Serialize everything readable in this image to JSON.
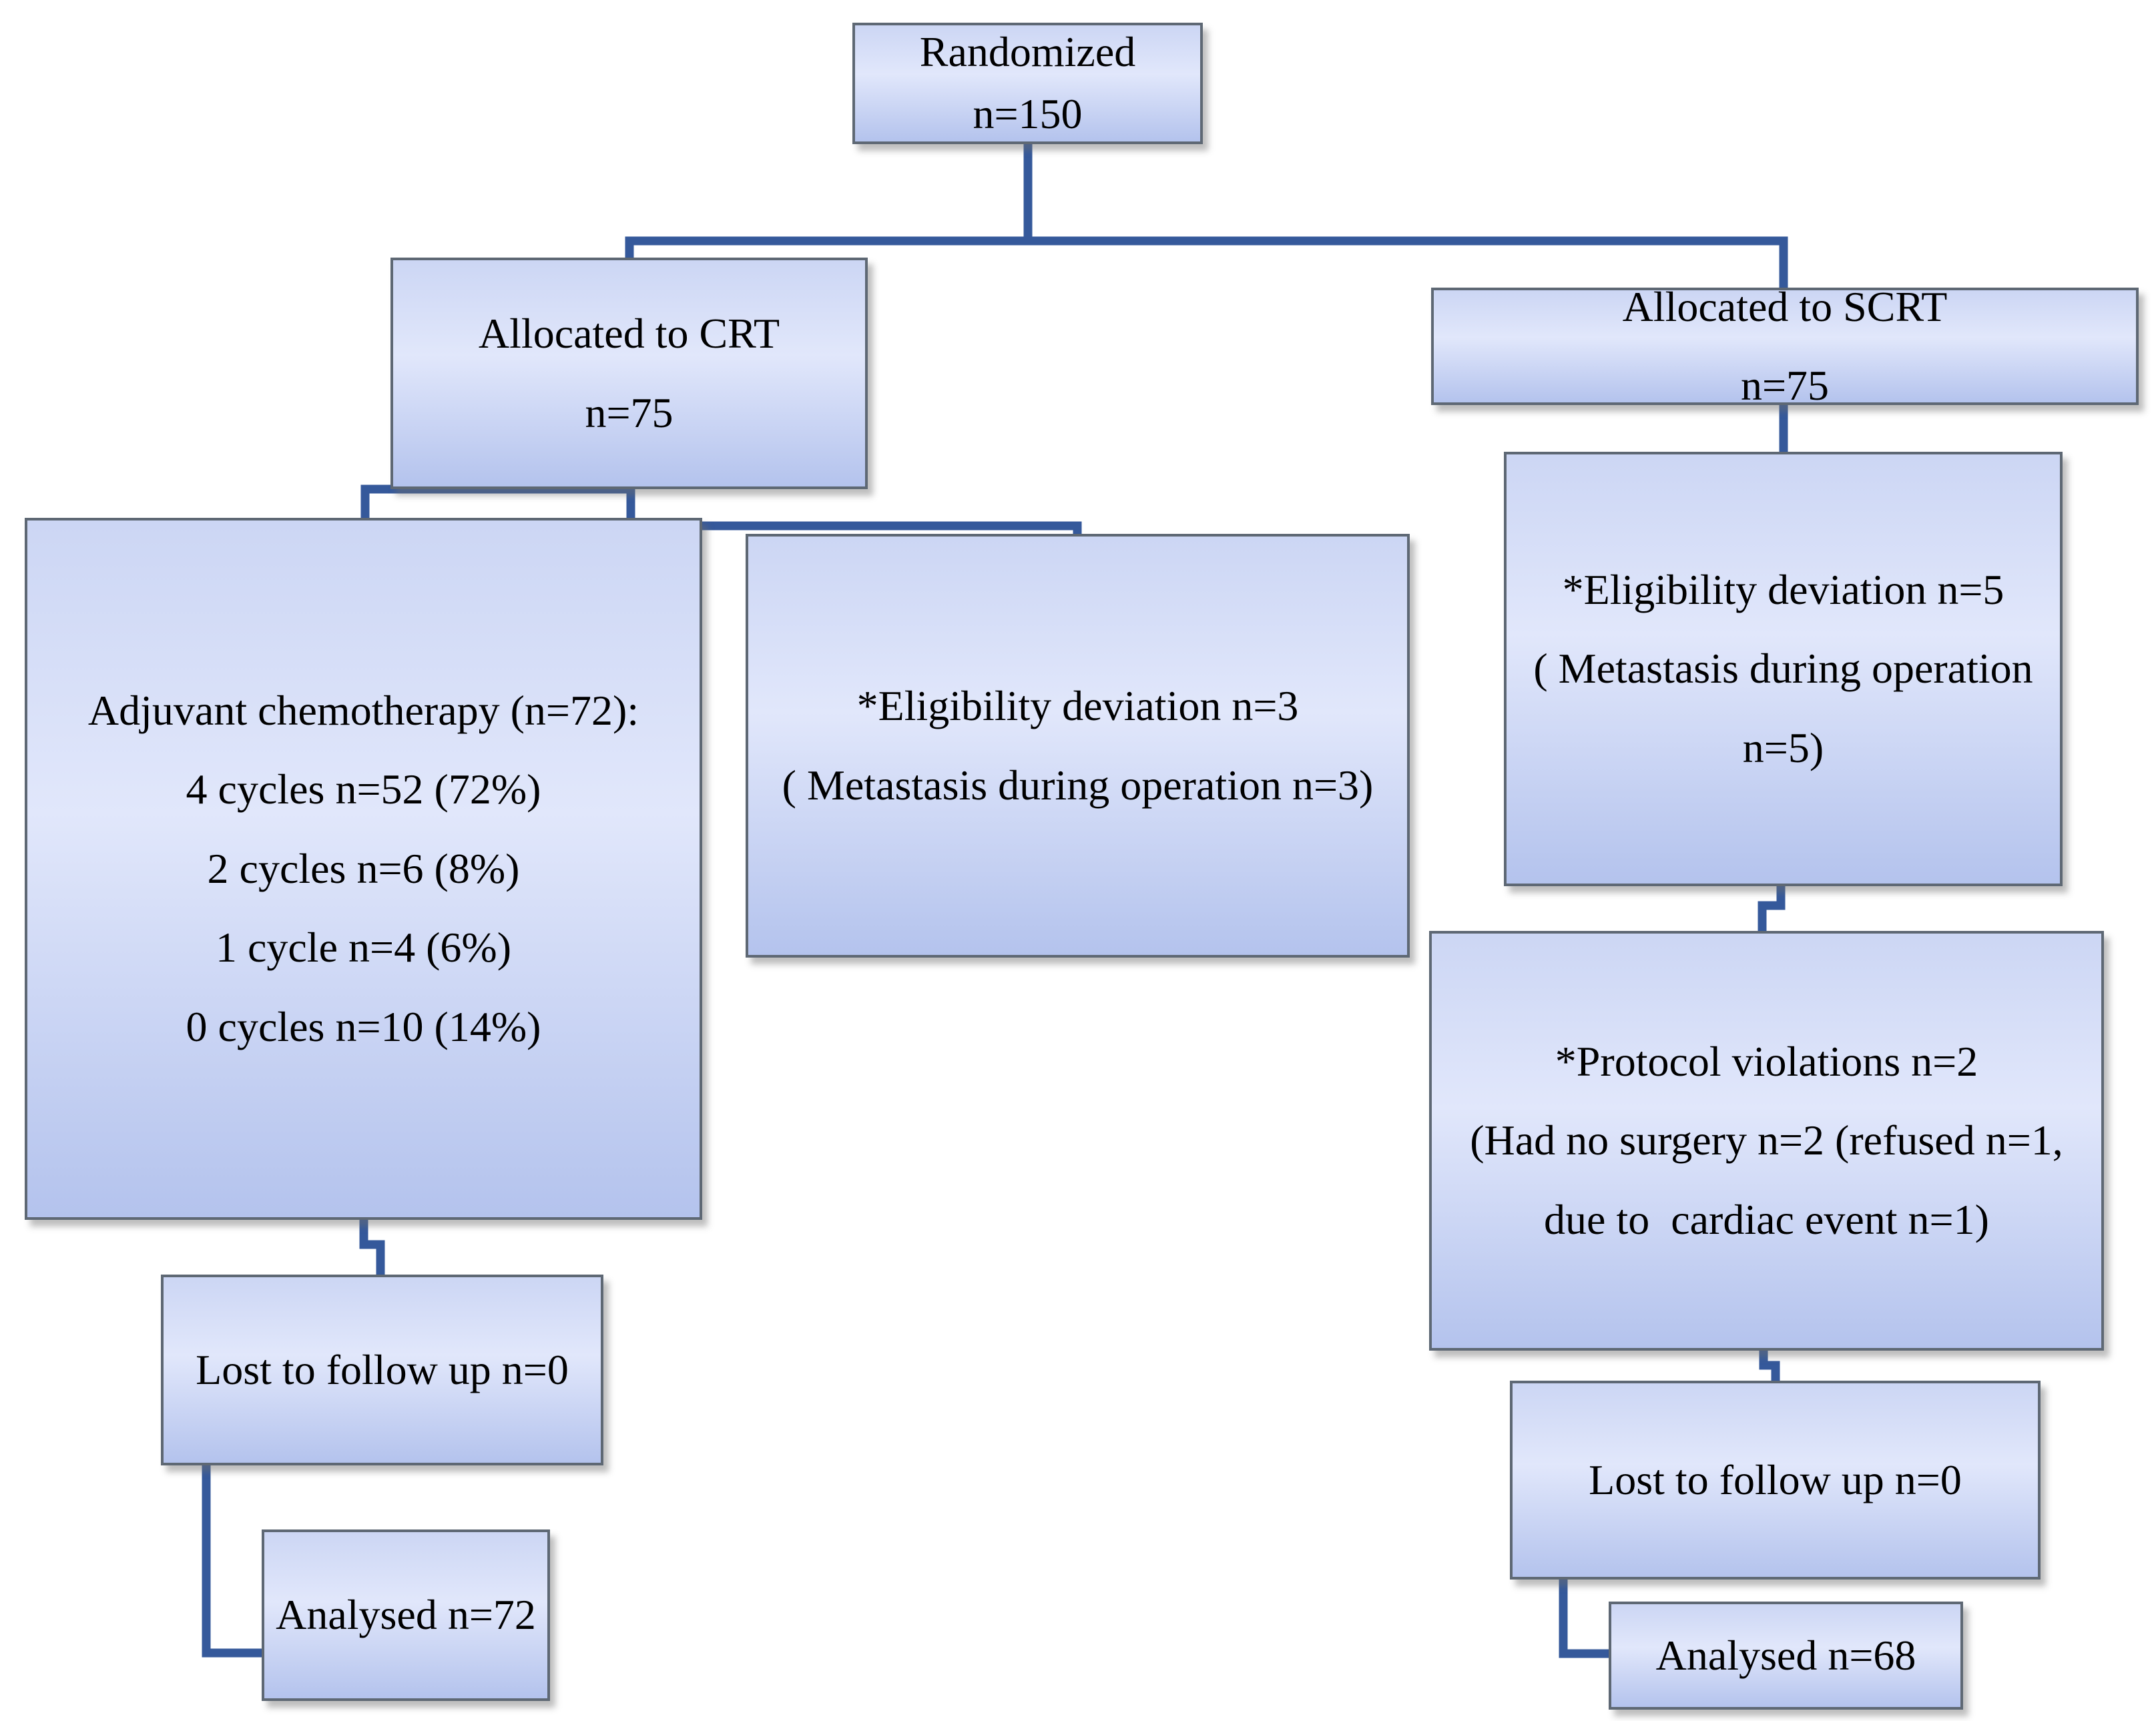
{
  "figure": {
    "type": "consort-flow-diagram",
    "colors": {
      "background": "#ffffff",
      "text": "#000000",
      "box_border": "#5e6874",
      "box_fill_top": "#ccd6f4",
      "box_fill_mid": "#e1e7fb",
      "box_fill_bottom": "#b4c3ed",
      "connector": "#35599b"
    },
    "boxes": [
      {
        "id": "randomized",
        "lines": [
          "Randomized",
          "n=150"
        ]
      },
      {
        "id": "allocated-crt",
        "lines": [
          "Allocated to CRT",
          "n=75"
        ]
      },
      {
        "id": "allocated-scrt",
        "lines": [
          "Allocated to SCRT",
          "n=75"
        ]
      },
      {
        "id": "adjuvant-chemotherapy",
        "lines": [
          "Adjuvant chemotherapy (n=72):",
          "4 cycles n=52 (72%)",
          "2 cycles n=6 (8%)",
          "1 cycle n=4 (6%)",
          "0 cycles n=10 (14%)"
        ]
      },
      {
        "id": "eligibility-deviation-crt",
        "lines": [
          "*Eligibility deviation n=3",
          "( Metastasis during operation n=3)"
        ]
      },
      {
        "id": "eligibility-deviation-scrt",
        "lines": [
          "*Eligibility deviation n=5",
          "( Metastasis during operation",
          "n=5)"
        ]
      },
      {
        "id": "protocol-violations-scrt",
        "lines": [
          "*Protocol violations n=2",
          "(Had no surgery n=2 (refused n=1,",
          "due to  cardiac event n=1)"
        ]
      },
      {
        "id": "lost-to-followup-crt",
        "lines": [
          "Lost to follow up n=0"
        ]
      },
      {
        "id": "analysed-crt",
        "lines": [
          "Analysed n=72"
        ]
      },
      {
        "id": "lost-to-followup-scrt",
        "lines": [
          "Lost to follow up n=0"
        ]
      },
      {
        "id": "analysed-scrt",
        "lines": [
          "Analysed n=68"
        ]
      }
    ],
    "edges": [
      {
        "from": "randomized",
        "to": "allocated-crt"
      },
      {
        "from": "randomized",
        "to": "allocated-scrt"
      },
      {
        "from": "allocated-crt",
        "to": "adjuvant-chemotherapy"
      },
      {
        "from": "allocated-crt",
        "to": "eligibility-deviation-crt"
      },
      {
        "from": "allocated-scrt",
        "to": "eligibility-deviation-scrt"
      },
      {
        "from": "eligibility-deviation-scrt",
        "to": "protocol-violations-scrt"
      },
      {
        "from": "adjuvant-chemotherapy",
        "to": "lost-to-followup-crt"
      },
      {
        "from": "protocol-violations-scrt",
        "to": "lost-to-followup-scrt"
      },
      {
        "from": "lost-to-followup-crt",
        "to": "analysed-crt"
      },
      {
        "from": "lost-to-followup-scrt",
        "to": "analysed-scrt"
      }
    ]
  }
}
